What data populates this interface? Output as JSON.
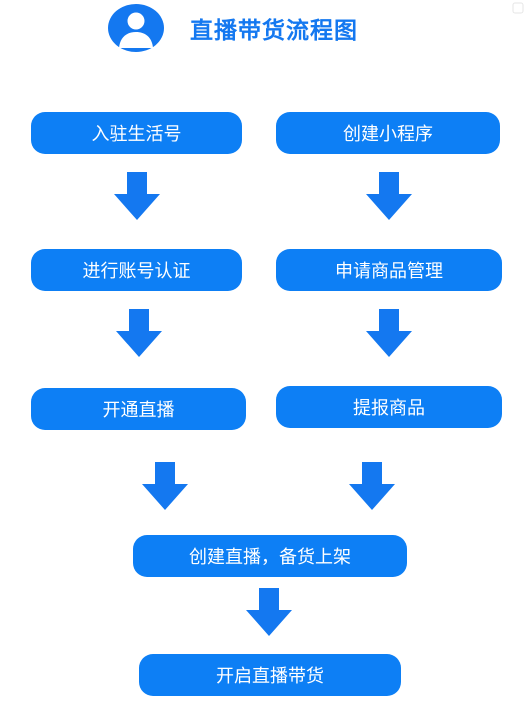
{
  "header": {
    "title": "直播带货流程图",
    "icon": "user-avatar-icon",
    "accent_color": "#1478f0"
  },
  "steps": {
    "left": [
      "入驻生活号",
      "进行账号认证",
      "开通直播"
    ],
    "right": [
      "创建小程序",
      "申请商品管理",
      "提报商品"
    ],
    "merge": [
      "创建直播，备货上架",
      "开启直播带货"
    ]
  },
  "colors": {
    "box_fill": "#0d7ff5",
    "arrow_fill": "#1478f0",
    "text": "#ffffff"
  }
}
